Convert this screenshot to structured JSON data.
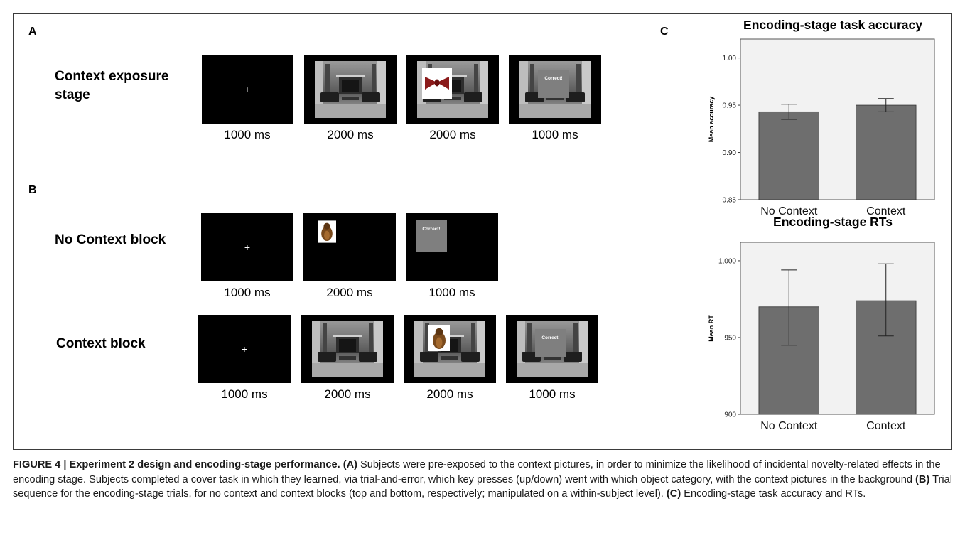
{
  "panels": {
    "a": "A",
    "b": "B",
    "c": "C"
  },
  "stage_labels": {
    "context_exposure": [
      "Context exposure",
      "stage"
    ],
    "no_context": "No Context block",
    "context": "Context block"
  },
  "durations": {
    "row_a": [
      "1000 ms",
      "2000 ms",
      "2000 ms",
      "1000 ms"
    ],
    "row_b1": [
      "1000 ms",
      "2000 ms",
      "1000 ms"
    ],
    "row_b2": [
      "1000 ms",
      "2000 ms",
      "2000 ms",
      "1000 ms"
    ]
  },
  "screen_text": {
    "fixation": "+",
    "feedback": "Correct!"
  },
  "colors": {
    "bar": "#6e6e6e",
    "plot_bg": "#f2f2f2",
    "bow": "#8b1a1a",
    "screen": "#000000"
  },
  "chart_data": [
    {
      "type": "bar",
      "title": "Encoding-stage task accuracy",
      "xlabel": "",
      "ylabel": "Mean accuracy",
      "categories": [
        "No Context",
        "Context"
      ],
      "values": [
        0.943,
        0.95
      ],
      "error_low": [
        0.935,
        0.943
      ],
      "error_high": [
        0.951,
        0.957
      ],
      "ylim": [
        0.85,
        1.02
      ],
      "yticks": [
        0.85,
        0.9,
        0.95,
        1.0
      ],
      "ytick_labels": [
        "0.85",
        "0.90",
        "0.95",
        "1.00"
      ],
      "grid": false
    },
    {
      "type": "bar",
      "title": "Encoding-stage RTs",
      "xlabel": "",
      "ylabel": "Mean RT",
      "categories": [
        "No Context",
        "Context"
      ],
      "values": [
        970,
        974
      ],
      "error_low": [
        945,
        951
      ],
      "error_high": [
        994,
        998
      ],
      "ylim": [
        900,
        1012
      ],
      "yticks": [
        900,
        950,
        1000
      ],
      "ytick_labels": [
        "900",
        "950",
        "1,000"
      ],
      "grid": false
    }
  ],
  "caption": {
    "figure_label": "FIGURE 4 | Experiment 2 design and encoding-stage performance.",
    "a_tag": "(A)",
    "a_text": " Subjects were pre-exposed to the context pictures, in order to minimize the likelihood of incidental novelty-related effects in the encoding stage. Subjects completed a cover task in which they learned, via trial-and-error, which key presses (up/down) went with which object category, with the context pictures in the background ",
    "b_tag": "(B)",
    "b_text": " Trial sequence for the encoding-stage trials, for no context and context blocks (top and bottom, respectively; manipulated on a within-subject level). ",
    "c_tag": "(C)",
    "c_text": " Encoding-stage task accuracy and RTs."
  }
}
